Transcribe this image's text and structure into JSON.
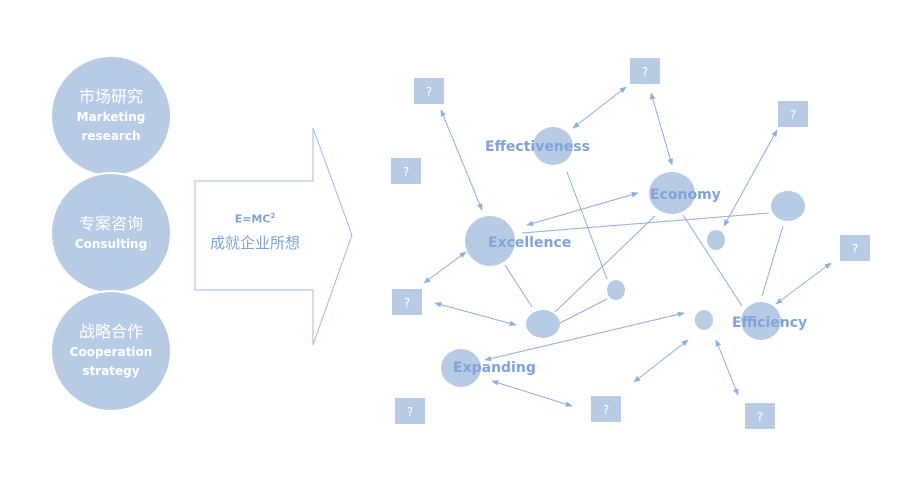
{
  "left_circles": [
    {
      "zh": "市场研究",
      "en1": "Marketing",
      "en2": "research"
    },
    {
      "zh": "专案咨询",
      "en1": "Consulting",
      "en2": ""
    },
    {
      "zh": "战略合作",
      "en1": "Cooperation",
      "en2": "strategy"
    }
  ],
  "arrow": {
    "formula": "E=MC",
    "formula_sup": "2",
    "slogan": "成就企业所想"
  },
  "nodes": {
    "effectiveness": "Effectiveness",
    "economy": "Economy",
    "excellence": "Excellence",
    "efficiency": "Efficiency",
    "expanding": "Expanding"
  },
  "placeholder_box_label": "?",
  "colors": {
    "fill": "#b8cbe4",
    "line": "#8eb0e0",
    "text": "#7fa4dd"
  }
}
